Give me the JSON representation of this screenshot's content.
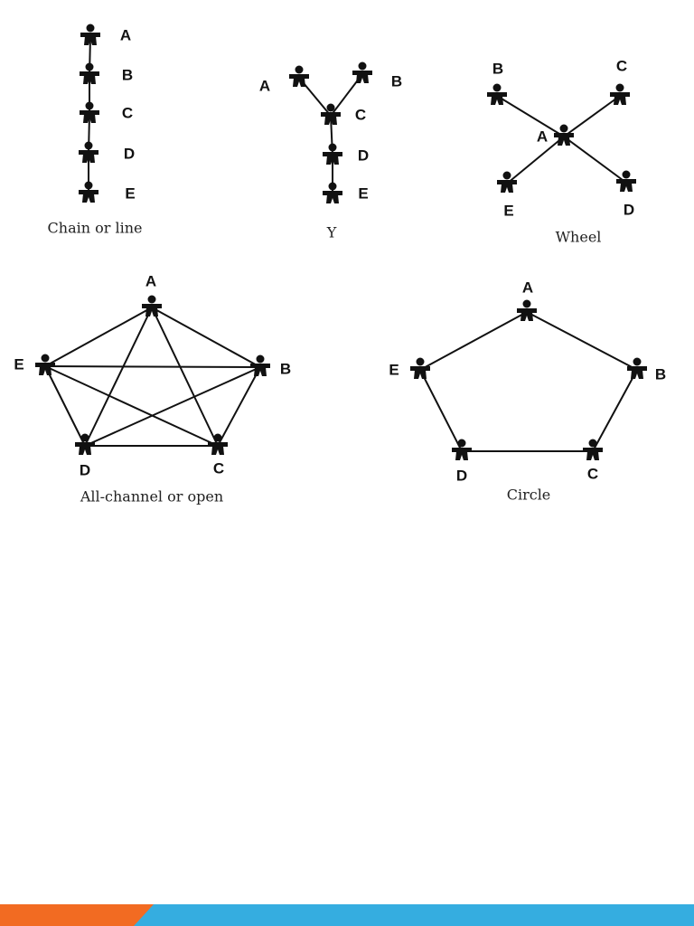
{
  "colors": {
    "ink": "#111111",
    "footer_orange": "#f26b22",
    "footer_blue": "#35ade0"
  },
  "icons": {
    "person": "person-icon"
  },
  "diagrams": [
    {
      "id": "chain",
      "caption": "Chain or line",
      "nodes": [
        "A",
        "B",
        "C",
        "D",
        "E"
      ]
    },
    {
      "id": "y",
      "caption": "Y",
      "nodes": [
        "A",
        "B",
        "C",
        "D",
        "E"
      ]
    },
    {
      "id": "wheel",
      "caption": "Wheel",
      "nodes": [
        "A",
        "B",
        "C",
        "D",
        "E"
      ]
    },
    {
      "id": "all-channel",
      "caption": "All-channel or open",
      "nodes": [
        "A",
        "B",
        "C",
        "D",
        "E"
      ]
    },
    {
      "id": "circle",
      "caption": "Circle",
      "nodes": [
        "A",
        "B",
        "C",
        "D",
        "E"
      ]
    }
  ]
}
